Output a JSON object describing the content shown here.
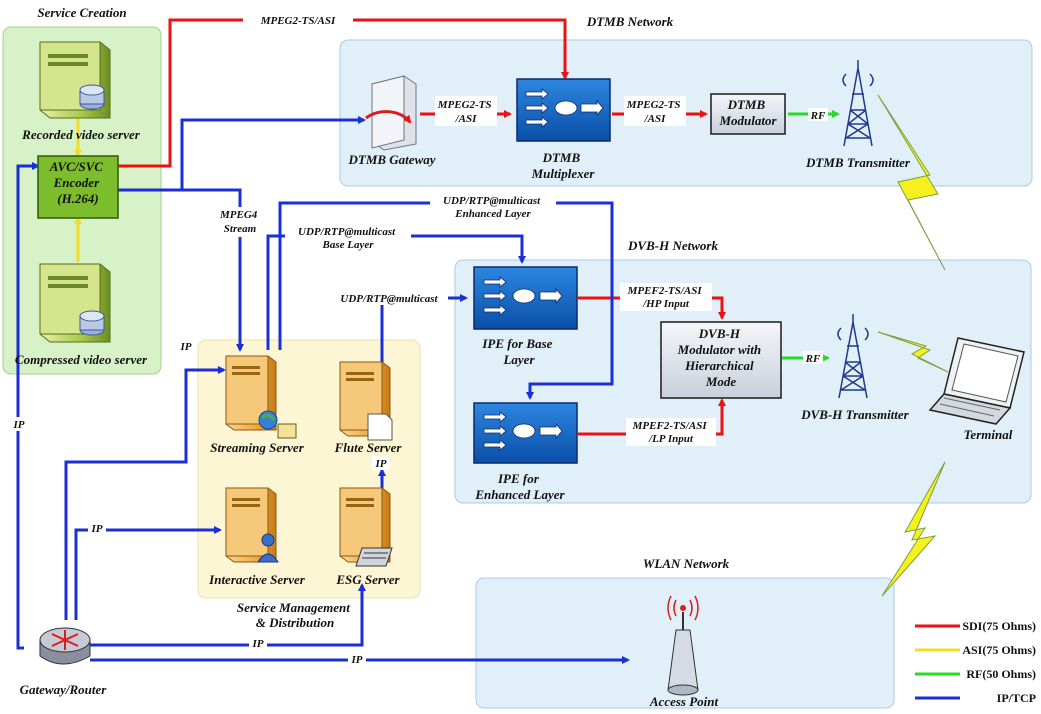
{
  "regions": {
    "service_creation": "Service Creation",
    "dtmb_network": "DTMB Network",
    "dvbh_network": "DVB-H Network",
    "wlan_network": "WLAN Network",
    "service_management": [
      "Service Management",
      "& Distribution"
    ]
  },
  "nodes": {
    "recorded_server": "Recorded video server",
    "compressed_server": "Compressed video server",
    "encoder": [
      "AVC/SVC",
      "Encoder",
      "(H.264)"
    ],
    "dtmb_gateway": "DTMB Gateway",
    "dtmb_mux": [
      "DTMB",
      "Multiplexer"
    ],
    "dtmb_modulator": [
      "DTMB",
      "Modulator"
    ],
    "dtmb_transmitter": "DTMB Transmitter",
    "ipe_base": [
      "IPE for Base",
      "Layer"
    ],
    "ipe_enh": [
      "IPE for",
      "Enhanced Layer"
    ],
    "dvbh_modulator": [
      "DVB-H",
      "Modulator with",
      "Hierarchical",
      "Mode"
    ],
    "dvbh_transmitter": "DVB-H Transmitter",
    "terminal": "Terminal",
    "streaming_server": "Streaming Server",
    "flute_server": "Flute Server",
    "interactive_server": "Interactive Server",
    "esg_server": "ESG Server",
    "gateway_router": "Gateway/Router",
    "access_point": "Access Point"
  },
  "links": {
    "mpeg2_ts_asi_top": "MPEG2-TS/ASI",
    "mpeg2_ts_1": [
      "MPEG2-TS",
      "/ASI"
    ],
    "mpeg2_ts_2": [
      "MPEG2-TS",
      "/ASI"
    ],
    "rf_dtmb": "RF",
    "rf_dvbh": "RF",
    "mpeg4_stream": [
      "MPEG4",
      "Stream"
    ],
    "udp_enh": [
      "UDP/RTP@multicast",
      "Enhanced Layer"
    ],
    "udp_base": [
      "UDP/RTP@multicast",
      "Base Layer"
    ],
    "udp_multicast": "UDP/RTP@multicast",
    "mpef_hp": [
      "MPEF2-TS/ASI",
      "/HP Input"
    ],
    "mpef_lp": [
      "MPEF2-TS/ASI",
      "/LP Input"
    ],
    "ip_left": "IP",
    "ip_mid": "IP",
    "ip_interactive": "IP",
    "ip_esg": "IP",
    "ip_flute": "IP",
    "ip_wlan": "IP"
  },
  "legend": [
    {
      "label": "SDI(75 Ohms)",
      "color": "#ee1111"
    },
    {
      "label": "ASI(75 Ohms)",
      "color": "#f0e020"
    },
    {
      "label": "RF(50 Ohms)",
      "color": "#22dd22"
    },
    {
      "label": "IP/TCP",
      "color": "#1a2fd6"
    }
  ],
  "colors": {
    "sdi": "#ee1111",
    "asi": "#f0e020",
    "rf": "#22dd22",
    "ip": "#1a2fd6",
    "network_fill": "#e1eff9",
    "creation_fill": "#d7f2c6",
    "management_fill": "#fdf6d5"
  }
}
